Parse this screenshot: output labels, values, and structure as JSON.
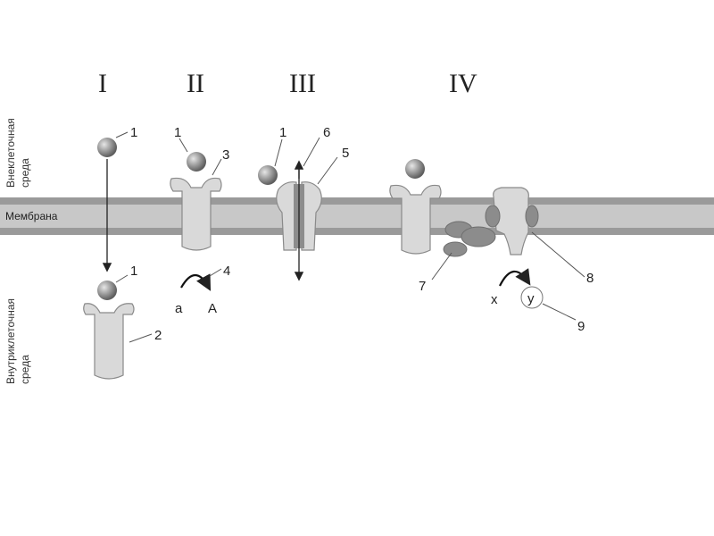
{
  "diagram": {
    "sections": [
      "I",
      "II",
      "III",
      "IV"
    ],
    "labels": {
      "extracellular": "Внеклеточная среда",
      "extracellular_line1": "Внеклеточная",
      "extracellular_line2": "среда",
      "membrane": "Мембрана",
      "intracellular": "Внутриклеточная среда",
      "intracellular_line1": "Внутриклеточная",
      "intracellular_line2": "среда"
    },
    "numbers": {
      "n1a": "1",
      "n1b": "1",
      "n1c": "1",
      "n1d": "1",
      "n2": "2",
      "n3": "3",
      "n4": "4",
      "n5": "5",
      "n6": "6",
      "n7": "7",
      "n8": "8",
      "n9": "9"
    },
    "reaction_ii": {
      "from": "a",
      "to": "A"
    },
    "reaction_iv": {
      "from": "x",
      "to": "y"
    },
    "colors": {
      "membrane": "#bdbdbd",
      "membrane_edge": "#8e8e8e",
      "protein": "#d9d9d9",
      "ligand": "#9a9a9a"
    }
  }
}
